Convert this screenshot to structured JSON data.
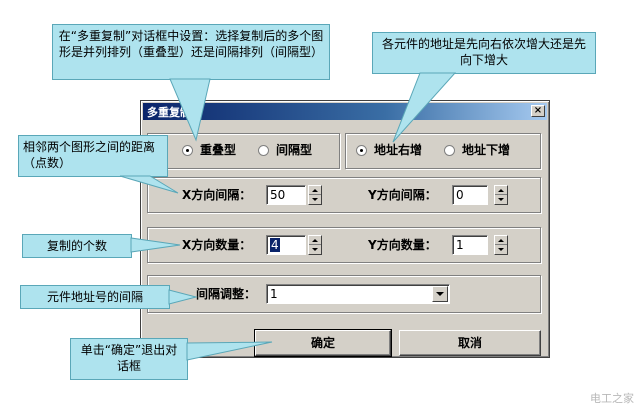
{
  "dialog": {
    "title": "多重复制",
    "close_label": "×",
    "arrangement": {
      "options": [
        "重叠型",
        "间隔型"
      ],
      "selected": "重叠型"
    },
    "address_order": {
      "options": [
        "地址右增",
        "地址下增"
      ],
      "selected": "地址右增"
    },
    "x_spacing_label": "X方向间隔：",
    "x_spacing_value": "50",
    "y_spacing_label": "Y方向间隔：",
    "y_spacing_value": "0",
    "x_count_label": "X方向数量：",
    "x_count_value": "4",
    "y_count_label": "Y方向数量：",
    "y_count_value": "1",
    "adjust_label": "间隔调整：",
    "adjust_value": "1",
    "ok_label": "确定",
    "cancel_label": "取消"
  },
  "callouts": {
    "top_left": "在“多重复制”对话框中设置：选择复制后的多个图形是并列排列（重叠型）还是间隔排列（间隔型）",
    "top_right": "各元件的地址是先向右依次增大还是先向下增大",
    "spacing": "相邻两个图形之间的距离（点数）",
    "count": "复制的个数",
    "address_gap": "元件地址号的间隔",
    "ok_hint": "单击“确定”退出对话框"
  },
  "watermark": "电工之家",
  "colors": {
    "callout_fill": "#aee3ee",
    "titlebar_start": "#0a246a",
    "dialog_face": "#d4d0c8"
  }
}
